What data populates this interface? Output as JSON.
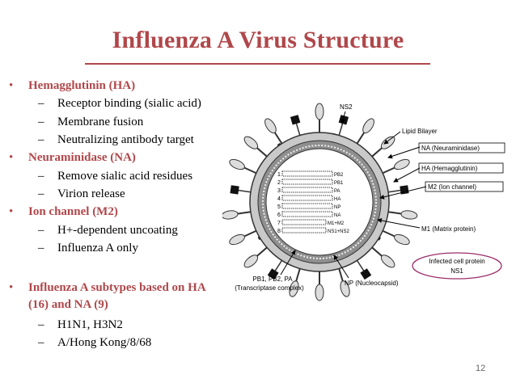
{
  "slide": {
    "title": "Influenza A Virus Structure",
    "page_number": "12"
  },
  "bullets": [
    {
      "level": 1,
      "text": "Hemagglutinin (HA)"
    },
    {
      "level": 2,
      "text": "Receptor binding (sialic acid)"
    },
    {
      "level": 2,
      "text": "Membrane fusion"
    },
    {
      "level": 2,
      "text": "Neutralizing antibody target"
    },
    {
      "level": 1,
      "text": "Neuraminidase (NA)"
    },
    {
      "level": 2,
      "text": "Remove sialic acid residues"
    },
    {
      "level": 2,
      "text": "Virion release"
    },
    {
      "level": 1,
      "text": "Ion channel (M2)"
    },
    {
      "level": 2,
      "text": "H+-dependent uncoating"
    },
    {
      "level": 2,
      "text": "Influenza A only"
    },
    {
      "level": 1,
      "text": "Influenza A subtypes based on HA"
    },
    {
      "level": 1,
      "text": "(16) and NA (9)",
      "continuation": true
    },
    {
      "level": 2,
      "text": "H1N1, H3N2"
    },
    {
      "level": 2,
      "text": "A/Hong Kong/8/68"
    }
  ],
  "diagram": {
    "labels": {
      "ns2": "NS2",
      "lipid": "Lipid Bilayer",
      "na": "NA (Neuraminidase)",
      "ha": "HA (Hemagglutinin)",
      "m2": "M2 (Ion channel)",
      "m1": "M1 (Matrix protein)",
      "infected_1": "Infected cell protein",
      "infected_2": "NS1",
      "pb_1": "PB1, PB2, PA",
      "pb_2": "(Transcriptase complex)",
      "np": "NP (Nucleocapsid)"
    },
    "segments": [
      {
        "num": "1",
        "label": "PB2"
      },
      {
        "num": "2",
        "label": "PB1"
      },
      {
        "num": "3",
        "label": "PA"
      },
      {
        "num": "4",
        "label": "HA"
      },
      {
        "num": "5",
        "label": "NP"
      },
      {
        "num": "6",
        "label": "NA"
      },
      {
        "num": "7",
        "label": "M1+M2"
      },
      {
        "num": "8",
        "label": "NS1+NS2"
      }
    ]
  }
}
